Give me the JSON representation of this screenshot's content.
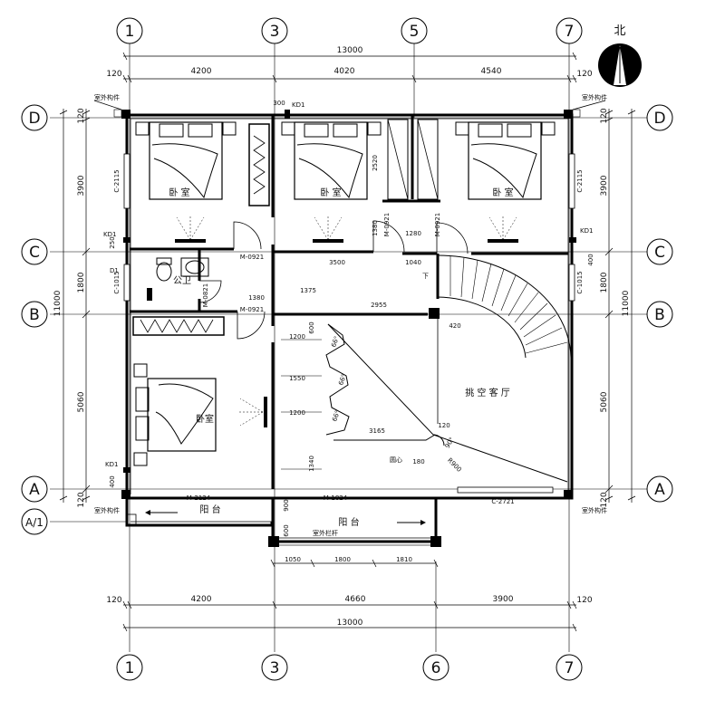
{
  "north": "北",
  "axes": {
    "top": [
      "1",
      "3",
      "5",
      "7"
    ],
    "bottom": [
      "1",
      "3",
      "6",
      "7"
    ],
    "left": [
      "D",
      "C",
      "B",
      "A",
      "A/1"
    ],
    "right": [
      "D",
      "C",
      "B",
      "A"
    ]
  },
  "dims": {
    "top_total": "13000",
    "top_parts": [
      "120",
      "4200",
      "4020",
      "4540",
      "120"
    ],
    "bottom_total": "13000",
    "bottom_parts": [
      "120",
      "4200",
      "4660",
      "3900",
      "120"
    ],
    "left_total": "11000",
    "left_parts": [
      "120",
      "3900",
      "1800",
      "5060",
      "120"
    ],
    "right_total": "11000",
    "right_parts": [
      "120",
      "3900",
      "1800",
      "5060",
      "120"
    ],
    "balcony_parts": [
      "1050",
      "1800",
      "1810"
    ]
  },
  "rooms": {
    "bedroom": "卧 室",
    "bedroom2": "卧室",
    "toilet": "公卫",
    "living": "挑 空 客 厅",
    "balcony": "阳 台",
    "circle_center": "圆心"
  },
  "labels": {
    "window_c2115": "C-2115",
    "window_c1015": "C-1015",
    "window_c2721": "C-2721",
    "door_m0921": "M-0921",
    "door_m2124": "M-2124",
    "door_m1824": "M-1824",
    "door_m0821": "M-0821",
    "kd1": "KD1",
    "d1": "D1",
    "outdoor": "室外构件",
    "rail": "室外栏杆",
    "down": "下"
  },
  "inner_dims": [
    "300",
    "2520",
    "1380",
    "1280",
    "1040",
    "3500",
    "1380",
    "1375",
    "2955",
    "420",
    "1200",
    "1550",
    "1200",
    "600",
    "3165",
    "120",
    "180",
    "R900",
    "1340",
    "900",
    "600",
    "250",
    "400",
    "400"
  ],
  "angles": [
    "66°",
    "66°",
    "66°",
    "90°"
  ]
}
